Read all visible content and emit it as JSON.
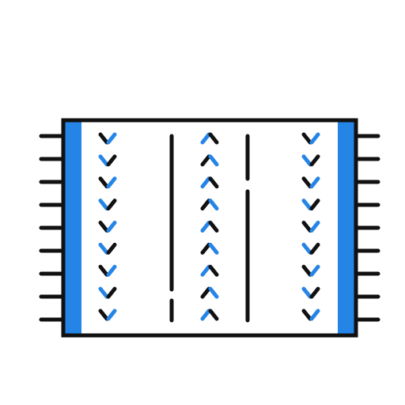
{
  "icon": {
    "name": "rug-icon",
    "colors": {
      "outline": "#111111",
      "accent": "#2585e6",
      "background": "#ffffff"
    },
    "fringe_per_side": 9,
    "pattern": {
      "chevron_rows": 9,
      "columns": [
        {
          "name": "chevron-column-left",
          "direction": "down",
          "first_color": "outline",
          "alternate": true
        },
        {
          "name": "chevron-column-middle",
          "direction": "up",
          "first_color": "accent",
          "alternate": true
        },
        {
          "name": "chevron-column-right",
          "direction": "down",
          "first_color": "outline",
          "alternate": true
        }
      ]
    }
  }
}
